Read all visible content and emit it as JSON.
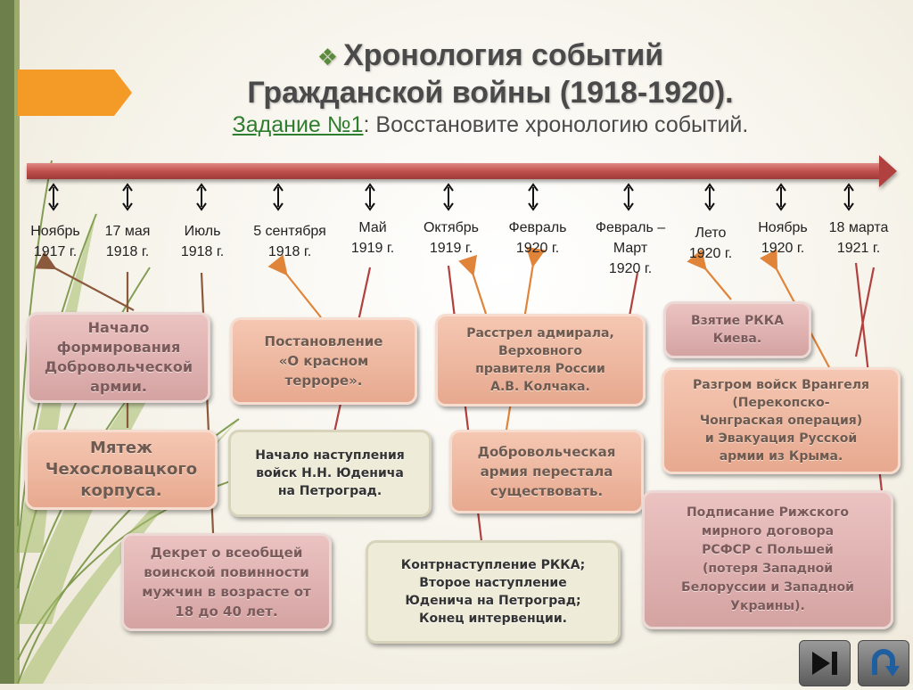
{
  "title": {
    "line1": "Хронология событий",
    "line2": "Гражданской войны (1918-1920)."
  },
  "subtitle": {
    "task_label": "Задание №1",
    "text": ": Восстановите хронологию событий."
  },
  "dates": [
    "Ноябрь 1917 г.",
    "17 мая 1918 г.",
    "Июль 1918 г.",
    "5 сентября 1918 г.",
    "Май 1919 г.",
    "Октябрь 1919 г.",
    "Февраль 1920 г.",
    "Февраль – Март 1920 г.",
    "Лето 1920 г.",
    "Ноябрь 1920 г.",
    "18 марта 1921 г."
  ],
  "dates_lines": [
    [
      "Ноябрь",
      "1917 г."
    ],
    [
      "17 мая",
      "1918 г."
    ],
    [
      "Июль",
      "1918 г."
    ],
    [
      "5 сентября",
      "1918 г."
    ],
    [
      "Май",
      "1919 г."
    ],
    [
      "Октябрь",
      "1919 г."
    ],
    [
      "Февраль",
      "1920 г."
    ],
    [
      "Февраль –",
      "Март",
      "1920 г."
    ],
    [
      "Лето",
      "1920 г."
    ],
    [
      "Ноябрь",
      "1920 г."
    ],
    [
      "18 марта",
      "1921 г."
    ]
  ],
  "events": {
    "volunteer_army": [
      "Начало",
      "формирования",
      "Добровольческой",
      "армии."
    ],
    "czech_mutiny": [
      "Мятеж",
      "Чехословацкого",
      "корпуса."
    ],
    "conscription_decree": [
      "Декрет о всеобщей",
      "воинской повинности",
      "мужчин в возрасте от",
      "18 до 40 лет."
    ],
    "red_terror": [
      "Постановление",
      "«О красном",
      "терроре»."
    ],
    "yudenich_offensive": [
      "Начало наступления",
      "войск Н.Н. Юденича",
      "на Петроград."
    ],
    "kolchak_execution": [
      "Расстрел адмирала,",
      "Верховного",
      "правителя России",
      "А.В. Колчака."
    ],
    "volunteer_army_end": [
      "Добровольческая",
      "армия перестала",
      "существовать."
    ],
    "counteroffensive": [
      "Контрнаступление РККА;",
      "Второе наступление",
      "Юденича на Петроград;",
      "Конец интервенции."
    ],
    "kiev_capture": [
      "Взятие РККА",
      "Киева."
    ],
    "wrangel_defeat": [
      "Разгром войск Врангеля",
      "(Перекопско-",
      "Чонграская операция)",
      "и Эвакуация Русской",
      "армии из Крыма."
    ],
    "riga_treaty": [
      "Подписание Рижского",
      "мирного договора",
      "РСФСР с Польшей",
      "(потеря Западной",
      "Белоруссии и Западной",
      "Украины)."
    ]
  },
  "colors": {
    "timeline_arrow": "#c0504d",
    "connector_brown": "#8b5a3c",
    "connector_orange": "#e0843a",
    "connector_red": "#b0413e"
  }
}
